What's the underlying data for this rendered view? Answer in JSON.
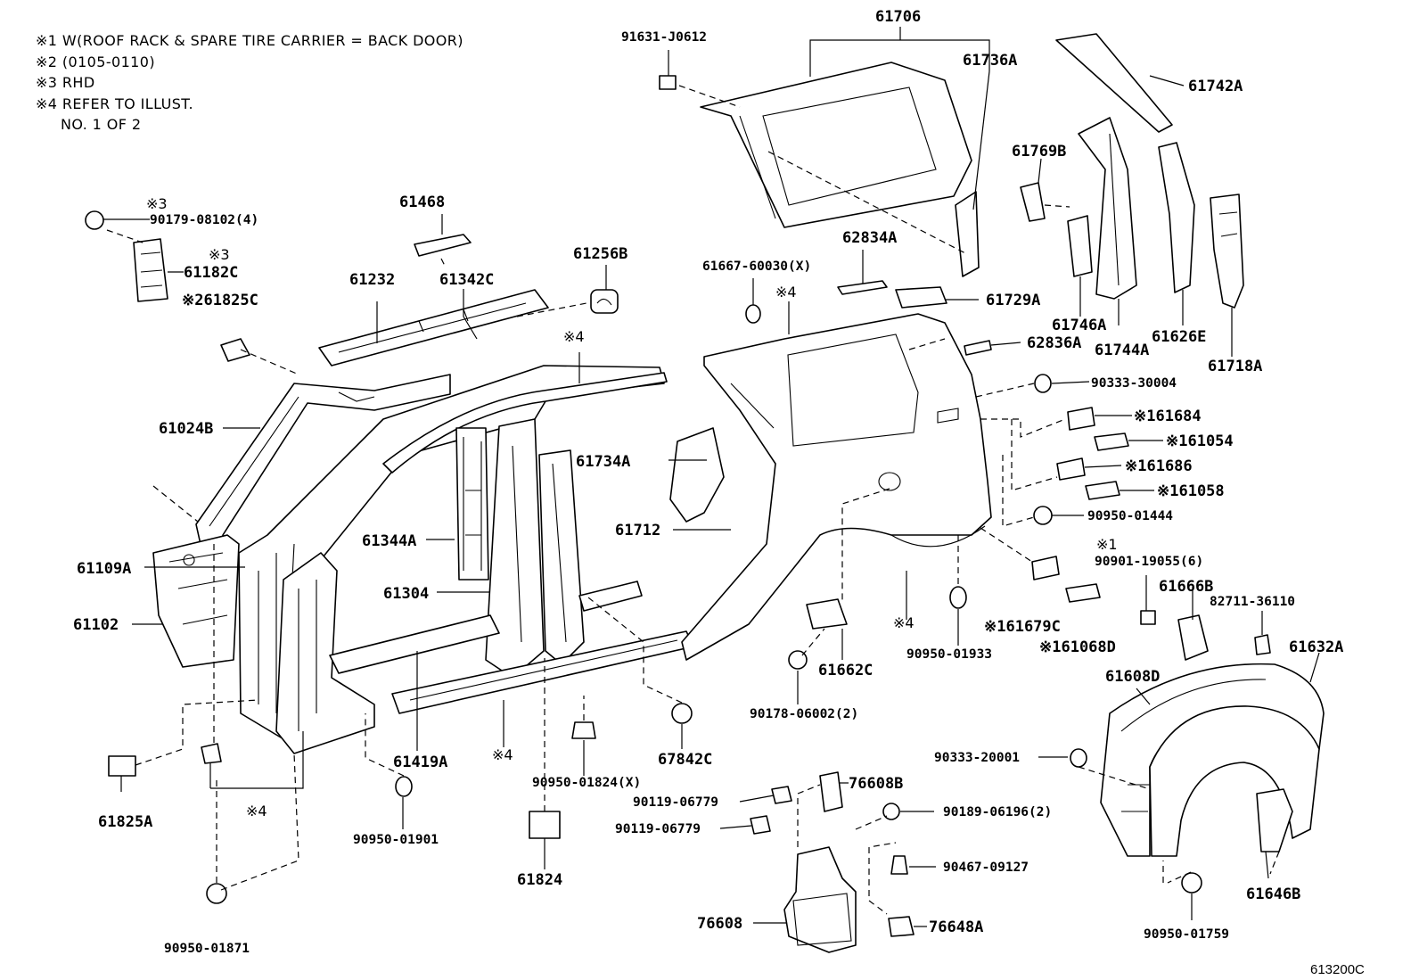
{
  "notes": [
    "※1 W(ROOF RACK & SPARE TIRE CARRIER = BACK DOOR)",
    "※2 (0105-0110)",
    "※3 RHD",
    "※4 REFER TO ILLUST.",
    "NO. 1 OF 2"
  ],
  "figure_number": "613200C",
  "marks": {
    "m3": "※3",
    "m4": "※4",
    "m1": "※1"
  },
  "labels": {
    "p90179": "90179-08102(4)",
    "p61182C": "61182C",
    "p61825C": "※261825C",
    "p61468": "61468",
    "p61232": "61232",
    "p61342C": "61342C",
    "p61256B": "61256B",
    "p61024B": "61024B",
    "p61109A": "61109A",
    "p61102": "61102",
    "p61344A": "61344A",
    "p61304": "61304",
    "p61419A": "61419A",
    "p61825A": "61825A",
    "p90950_01901": "90950-01901",
    "p90950_01871": "90950-01871",
    "p61824": "61824",
    "p90950_01824": "90950-01824(X)",
    "p67842C": "67842C",
    "p91631": "91631-J0612",
    "p61706": "61706",
    "p61736A": "61736A",
    "p61742A": "61742A",
    "p61769B": "61769B",
    "p61667": "61667-60030(X)",
    "p62834A": "62834A",
    "p61729A": "61729A",
    "p61746A": "61746A",
    "p61744A": "61744A",
    "p61626E": "61626E",
    "p61718A": "61718A",
    "p62836A": "62836A",
    "p90333_30004": "90333-30004",
    "p61684": "※161684",
    "p61054": "※161054",
    "p61686": "※161686",
    "p61058": "※161058",
    "p90950_01444": "90950-01444",
    "p61734A": "61734A",
    "p61712": "61712",
    "p90901": "90901-19055(6)",
    "p61666B": "61666B",
    "p82711": "82711-36110",
    "p61679C": "※161679C",
    "p61068D": "※161068D",
    "p90950_01933": "90950-01933",
    "p61662C": "61662C",
    "p90178": "90178-06002(2)",
    "p61632A": "61632A",
    "p61608D": "61608D",
    "p90333_20001": "90333-20001",
    "p76608B": "76608B",
    "p90119a": "90119-06779",
    "p90119b": "90119-06779",
    "p90189": "90189-06196(2)",
    "p90467": "90467-09127",
    "p76608": "76608",
    "p76648A": "76648A",
    "p61646B": "61646B",
    "p90950_01759": "90950-01759"
  }
}
